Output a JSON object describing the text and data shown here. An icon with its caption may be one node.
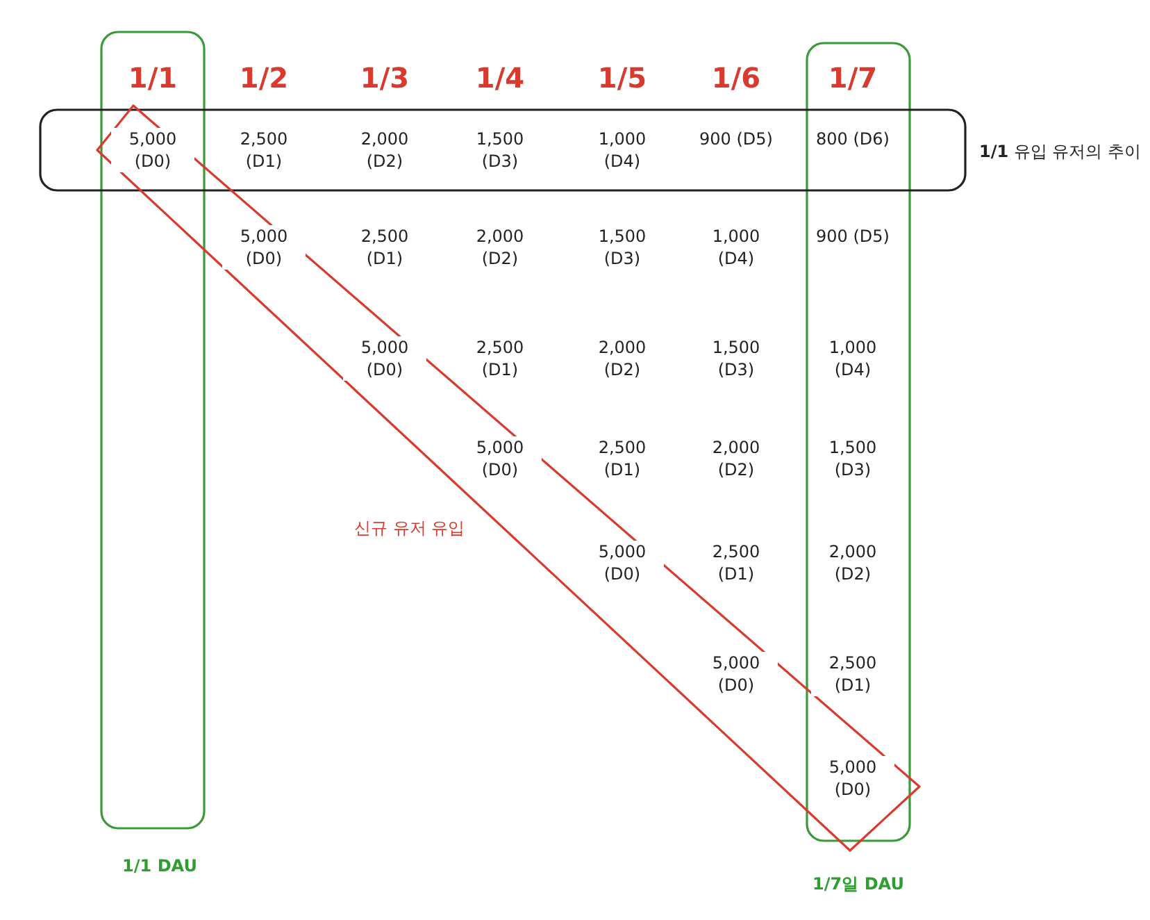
{
  "diagram": {
    "nodes": [
      {
        "text": [],
        "shape": "box"
      },
      {
        "text": [],
        "shape": "box",
        "beside": [
          "1/7일 DAU"
        ]
      },
      {
        "text": [],
        "shape": "box",
        "beside": [
          "**1/1** 유입 유저의 추이"
        ]
      },
      {
        "text": [],
        "shape": "bar",
        "beside": [
          "신규 유저 유입"
        ]
      }
    ],
    "labels": [
      "1/1",
      "1/2",
      "1/3",
      "1/4",
      "1/5",
      "1/6",
      "1/7",
      "5,000 (D0)",
      "2,500 (D1)",
      "2,000 (D2)",
      "1,500 (D3)",
      "1,000 (D4)",
      "900 (D5)",
      "800 (D6)",
      "5,000 (D0)",
      "2,500 (D1)",
      "2,000 (D2)",
      "1,500 (D3)",
      "1,000 (D4)",
      "900 (D5)",
      "5,000 (D0)",
      "2,500 (D1)",
      "2,000 (D2)",
      "1,500 (D3)",
      "1,000 (D4)",
      "5,000 (D0)",
      "2,500 (D1)",
      "2,000 (D2)",
      "1,500 (D3)",
      "5,000 (D0)",
      "2,500 (D1)",
      "2,000 (D2)",
      "5,000 (D0)",
      "2,500 (D1)",
      "5,000 (D0)",
      "1/1 DAU"
    ]
  }
}
